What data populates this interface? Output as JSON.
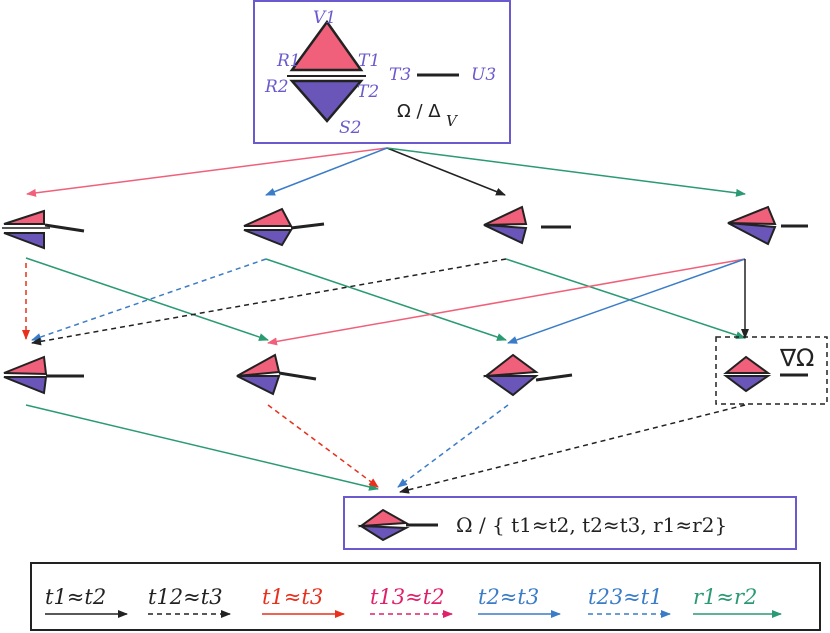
{
  "colors": {
    "pink": "#f0607a",
    "purple": "#6a55b8",
    "black_arrow": "#222222",
    "red_arrow": "#e8301c",
    "magenta_arrow": "#e0206a",
    "blue_arrow": "#3a7cc8",
    "green_arrow": "#2a9a72",
    "box_border": "#6a5acd"
  },
  "top": {
    "labels": {
      "v1": "V1",
      "r1": "R1",
      "t1": "T1",
      "r2": "R2",
      "t2": "T2",
      "s2": "S2",
      "t3": "T3",
      "u3": "U3"
    },
    "quotient_main": "Ω / Δ",
    "quotient_sub": "V"
  },
  "dashed_box_label": "∇Ω",
  "final_label": "Ω / { t1≈t2, t2≈t3, r1≈r2}",
  "legend": [
    {
      "text": "t1≈t2",
      "color": "#222222",
      "style": "solid"
    },
    {
      "text": "t12≈t3",
      "color": "#222222",
      "style": "dashed"
    },
    {
      "text": "t1≈t3",
      "color": "#e8301c",
      "style": "solid"
    },
    {
      "text": "t13≈t2",
      "color": "#e0206a",
      "style": "dashed"
    },
    {
      "text": "t2≈t3",
      "color": "#3a7cc8",
      "style": "solid"
    },
    {
      "text": "t23≈t1",
      "color": "#3a7cc8",
      "style": "dashed"
    },
    {
      "text": "r1≈r2",
      "color": "#2a9a72",
      "style": "solid"
    }
  ]
}
